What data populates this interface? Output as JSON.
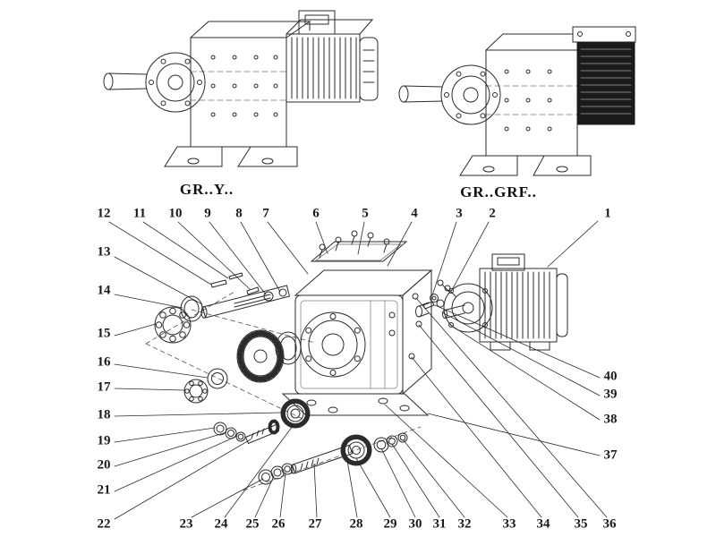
{
  "diagram": {
    "titles": {
      "left": "GR..Y..",
      "right": "GR..GRF.."
    },
    "callouts": [
      "1",
      "2",
      "3",
      "4",
      "5",
      "6",
      "7",
      "8",
      "9",
      "10",
      "11",
      "12",
      "13",
      "14",
      "15",
      "16",
      "17",
      "18",
      "19",
      "20",
      "21",
      "22",
      "23",
      "24",
      "25",
      "26",
      "27",
      "28",
      "29",
      "30",
      "31",
      "32",
      "33",
      "34",
      "35",
      "36",
      "37",
      "38",
      "39",
      "40"
    ],
    "figures": {
      "assembly_left": "gearmotor-assembly-drawing",
      "assembly_right": "gear-reducer-dark-cover-assembly-drawing",
      "exploded": "exploded-parts-drawing"
    },
    "colors": {
      "line": "#2b2b2b",
      "dark_fill": "#1b1b1b",
      "background": "#ffffff"
    }
  }
}
